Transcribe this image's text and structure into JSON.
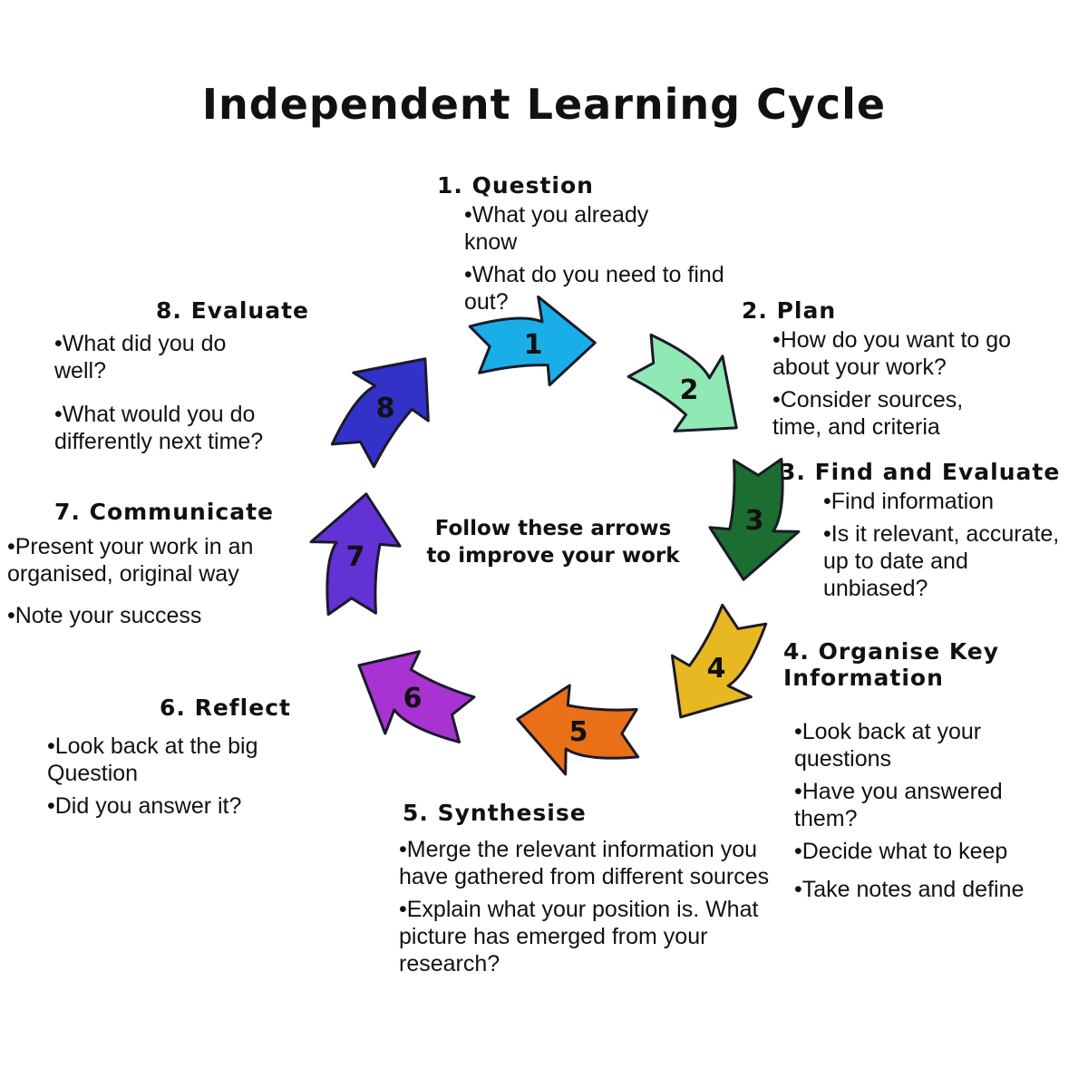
{
  "title": "Independent Learning Cycle",
  "center_text": [
    "Follow these arrows",
    "to improve your work"
  ],
  "steps": [
    {
      "number": "1",
      "color": "#1aaee8",
      "heading": "1. Question",
      "bullets": [
        "•What you already know",
        "•What do you need to find out?"
      ]
    },
    {
      "number": "2",
      "color": "#90e8b4",
      "heading": "2. Plan",
      "bullets": [
        "•How do you want to go about your work?",
        "•Consider sources, time, and criteria"
      ]
    },
    {
      "number": "3",
      "color": "#1b6e30",
      "heading": "3. Find and Evaluate",
      "bullets": [
        "•Find information",
        "•Is it relevant, accurate, up to date and unbiased?"
      ]
    },
    {
      "number": "4",
      "color": "#e8b822",
      "heading": "4. Organise Key Information",
      "bullets": [
        "•Look back at your questions",
        "•Have you answered them?",
        "•Decide what to keep",
        "•Take notes and define"
      ]
    },
    {
      "number": "5",
      "color": "#ea7018",
      "heading": "5. Synthesise",
      "bullets": [
        "•Merge the relevant information you have gathered from different sources",
        "•Explain what your position is. What picture has emerged from your research?"
      ]
    },
    {
      "number": "6",
      "color": "#a832d2",
      "heading": "6. Reflect",
      "bullets": [
        "•Look back at the big Question",
        "•Did you answer it?"
      ]
    },
    {
      "number": "7",
      "color": "#6232d4",
      "heading": "7. Communicate",
      "bullets": [
        "•Present your work in an organised, original way",
        "•Note your success"
      ]
    },
    {
      "number": "8",
      "color": "#3232c8",
      "heading": "8. Evaluate",
      "bullets": [
        "•What did you do well?",
        "•What would you do differently next time?"
      ]
    }
  ]
}
